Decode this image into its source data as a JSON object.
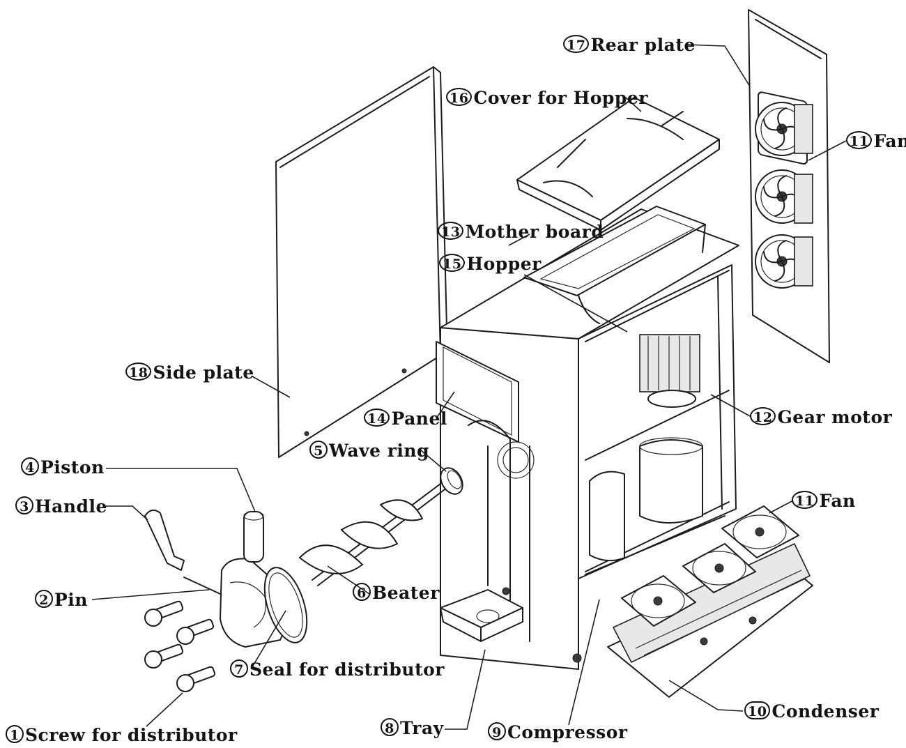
{
  "parts": [
    {
      "id": "screw",
      "num": "1",
      "name": "Screw for distributor"
    },
    {
      "id": "pin",
      "num": "2",
      "name": "Pin"
    },
    {
      "id": "handle",
      "num": "3",
      "name": "Handle"
    },
    {
      "id": "piston",
      "num": "4",
      "name": "Piston"
    },
    {
      "id": "wave-ring",
      "num": "5",
      "name": "Wave ring"
    },
    {
      "id": "beater",
      "num": "6",
      "name": "Beater"
    },
    {
      "id": "seal",
      "num": "7",
      "name": "Seal for distributor"
    },
    {
      "id": "tray",
      "num": "8",
      "name": "Tray"
    },
    {
      "id": "compressor",
      "num": "9",
      "name": "Compressor"
    },
    {
      "id": "condenser",
      "num": "10",
      "name": "Condenser"
    },
    {
      "id": "fan-lower",
      "num": "11",
      "name": "Fan"
    },
    {
      "id": "fan-upper",
      "num": "11",
      "name": "Fan"
    },
    {
      "id": "gear-motor",
      "num": "12",
      "name": "Gear motor"
    },
    {
      "id": "mother-board",
      "num": "13",
      "name": "Mother board"
    },
    {
      "id": "panel",
      "num": "14",
      "name": "Panel"
    },
    {
      "id": "hopper",
      "num": "15",
      "name": "Hopper"
    },
    {
      "id": "hopper-cover",
      "num": "16",
      "name": "Cover for Hopper"
    },
    {
      "id": "rear-plate",
      "num": "17",
      "name": "Rear plate"
    },
    {
      "id": "side-plate",
      "num": "18",
      "name": "Side plate"
    }
  ]
}
